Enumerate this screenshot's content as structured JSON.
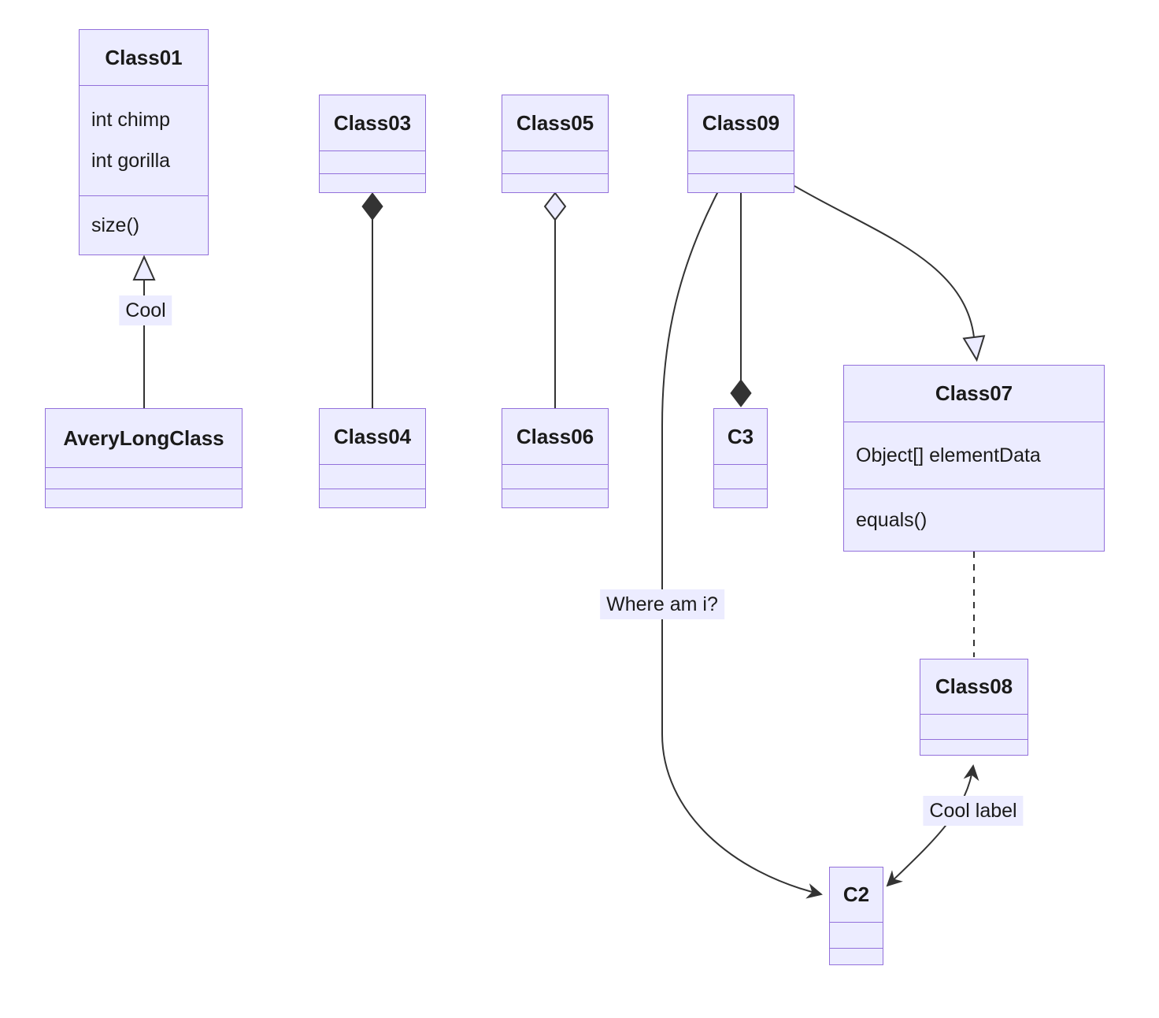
{
  "diagram": {
    "type": "uml-class-diagram",
    "colors": {
      "box_fill": "#ECECFF",
      "box_border": "#9370DB",
      "edge_line": "#333333",
      "label_background": "#ECECFF",
      "text": "#1a1a1a"
    },
    "classes": [
      {
        "id": "Class01",
        "title": "Class01",
        "attributes": [
          "int chimp",
          "int gorilla"
        ],
        "methods": [
          "size()"
        ]
      },
      {
        "id": "AveryLongClass",
        "title": "AveryLongClass",
        "attributes": [],
        "methods": []
      },
      {
        "id": "Class03",
        "title": "Class03",
        "attributes": [],
        "methods": []
      },
      {
        "id": "Class04",
        "title": "Class04",
        "attributes": [],
        "methods": []
      },
      {
        "id": "Class05",
        "title": "Class05",
        "attributes": [],
        "methods": []
      },
      {
        "id": "Class06",
        "title": "Class06",
        "attributes": [],
        "methods": []
      },
      {
        "id": "Class09",
        "title": "Class09",
        "attributes": [],
        "methods": []
      },
      {
        "id": "C3",
        "title": "C3",
        "attributes": [],
        "methods": []
      },
      {
        "id": "Class07",
        "title": "Class07",
        "attributes": [
          "Object[] elementData"
        ],
        "methods": [
          "equals()"
        ]
      },
      {
        "id": "Class08",
        "title": "Class08",
        "attributes": [],
        "methods": []
      },
      {
        "id": "C2",
        "title": "C2",
        "attributes": [],
        "methods": []
      }
    ],
    "relationships": [
      {
        "from": "AveryLongClass",
        "to": "Class01",
        "type": "inheritance-hollow-triangle",
        "label": "Cool"
      },
      {
        "from": "Class03",
        "to": "Class04",
        "type": "composition-filled-diamond",
        "label": ""
      },
      {
        "from": "Class05",
        "to": "Class06",
        "type": "aggregation-hollow-diamond",
        "label": ""
      },
      {
        "from": "Class09",
        "to": "C3",
        "type": "composition-filled-diamond",
        "label": ""
      },
      {
        "from": "Class09",
        "to": "C2",
        "type": "arrow",
        "label": "Where am i?"
      },
      {
        "from": "Class09",
        "to": "Class07",
        "type": "inheritance-hollow-triangle",
        "label": ""
      },
      {
        "from": "Class07",
        "to": "Class08",
        "type": "dashed-link",
        "label": ""
      },
      {
        "from": "C2",
        "to": "Class08",
        "type": "bidirectional-arrow",
        "label": "Cool label"
      }
    ]
  }
}
